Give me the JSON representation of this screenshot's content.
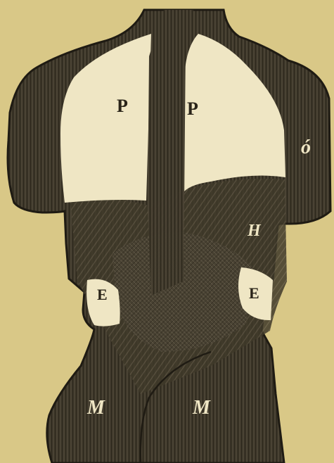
{
  "colors": {
    "paper": "#d9c887",
    "ink": "#3b3528",
    "ink_light": "#5a5140",
    "cavity": "#efe6c4"
  },
  "labels": {
    "lung_left": "P",
    "lung_right": "P",
    "arm_right": "ó",
    "liver": "H",
    "flank_left": "E",
    "flank_right": "E",
    "abdomen_left": "M",
    "abdomen_right": "M"
  }
}
